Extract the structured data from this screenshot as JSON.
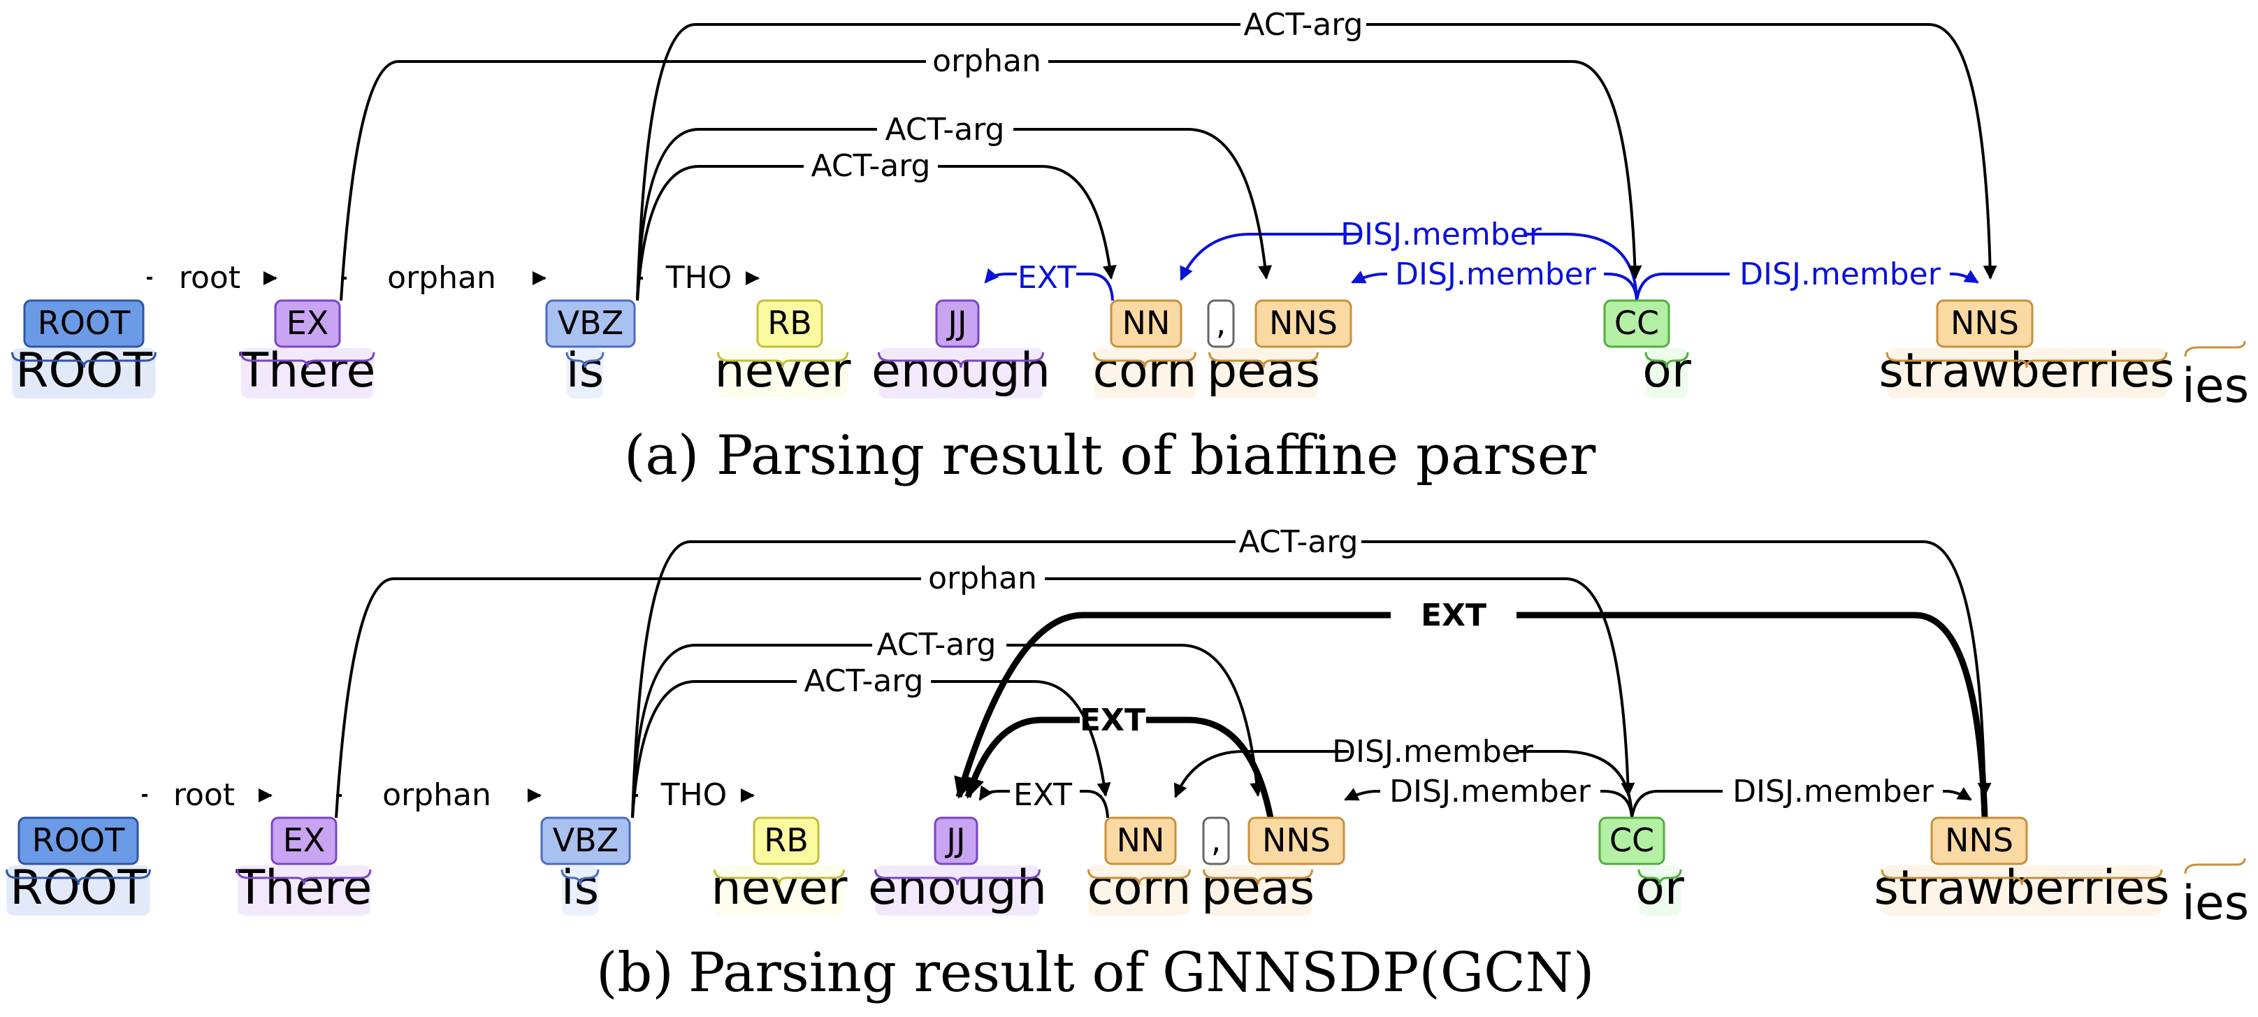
{
  "panels": [
    {
      "id": "a",
      "caption_tag": "(a)",
      "caption": "Parsing result of biaffine parser",
      "tokens": [
        {
          "word": "ROOT",
          "tag": "ROOT"
        },
        {
          "word": "There",
          "tag": "EX"
        },
        {
          "word": "is",
          "tag": "VBZ"
        },
        {
          "word": "never",
          "tag": "RB"
        },
        {
          "word": "enough",
          "tag": "JJ"
        },
        {
          "word": "corn",
          "tag": "NN"
        },
        {
          "word": ",",
          "tag": ","
        },
        {
          "word": "peas",
          "tag": "NNS"
        },
        {
          "word": "or",
          "tag": "CC"
        },
        {
          "word": "strawberries",
          "tag": "NNS"
        }
      ],
      "overflow_text": "ies",
      "arcs": [
        {
          "label": "root",
          "from": 0,
          "to": 1,
          "style": "black"
        },
        {
          "label": "orphan",
          "from": 1,
          "to": 2,
          "style": "black"
        },
        {
          "label": "THO",
          "from": 2,
          "to": 3,
          "style": "black"
        },
        {
          "label": "EXT",
          "from": 5,
          "to": 4,
          "style": "blue"
        },
        {
          "label": "DISJ.member",
          "from": 8,
          "to": 5,
          "style": "blue"
        },
        {
          "label": "DISJ.member",
          "from": 8,
          "to": 7,
          "style": "blue"
        },
        {
          "label": "DISJ.member",
          "from": 8,
          "to": 9,
          "style": "blue"
        },
        {
          "label": "ACT-arg",
          "from": 2,
          "to": 5,
          "style": "black"
        },
        {
          "label": "ACT-arg",
          "from": 2,
          "to": 7,
          "style": "black"
        },
        {
          "label": "orphan",
          "from": 1,
          "to": 8,
          "style": "black"
        },
        {
          "label": "ACT-arg",
          "from": 2,
          "to": 9,
          "style": "black"
        }
      ]
    },
    {
      "id": "b",
      "caption_tag": "(b)",
      "caption": "Parsing result of GNNSDP(GCN)",
      "tokens": [
        {
          "word": "ROOT",
          "tag": "ROOT"
        },
        {
          "word": "There",
          "tag": "EX"
        },
        {
          "word": "is",
          "tag": "VBZ"
        },
        {
          "word": "never",
          "tag": "RB"
        },
        {
          "word": "enough",
          "tag": "JJ"
        },
        {
          "word": "corn",
          "tag": "NN"
        },
        {
          "word": ",",
          "tag": ","
        },
        {
          "word": "peas",
          "tag": "NNS"
        },
        {
          "word": "or",
          "tag": "CC"
        },
        {
          "word": "strawberries",
          "tag": "NNS"
        }
      ],
      "overflow_text": "ies",
      "arcs": [
        {
          "label": "root",
          "from": 0,
          "to": 1,
          "style": "black"
        },
        {
          "label": "orphan",
          "from": 1,
          "to": 2,
          "style": "black"
        },
        {
          "label": "THO",
          "from": 2,
          "to": 3,
          "style": "black"
        },
        {
          "label": "EXT",
          "from": 5,
          "to": 4,
          "style": "black"
        },
        {
          "label": "DISJ.member",
          "from": 8,
          "to": 5,
          "style": "black"
        },
        {
          "label": "DISJ.member",
          "from": 8,
          "to": 7,
          "style": "black"
        },
        {
          "label": "DISJ.member",
          "from": 8,
          "to": 9,
          "style": "black"
        },
        {
          "label": "ACT-arg",
          "from": 2,
          "to": 5,
          "style": "black"
        },
        {
          "label": "ACT-arg",
          "from": 2,
          "to": 7,
          "style": "black"
        },
        {
          "label": "EXT",
          "from": 7,
          "to": 4,
          "style": "bold"
        },
        {
          "label": "orphan",
          "from": 1,
          "to": 8,
          "style": "black"
        },
        {
          "label": "EXT",
          "from": 9,
          "to": 4,
          "style": "bold"
        },
        {
          "label": "ACT-arg",
          "from": 2,
          "to": 9,
          "style": "black"
        }
      ]
    }
  ],
  "tag_colors": {
    "ROOT": {
      "fill": "#6b9be6",
      "stroke": "#2d55a8",
      "word_bg": "#e2eafa"
    },
    "EX": {
      "fill": "#c8a4f2",
      "stroke": "#7a45c4",
      "word_bg": "#f2eafc"
    },
    "VBZ": {
      "fill": "#a9c1f0",
      "stroke": "#4a6cc0",
      "word_bg": "#eaf0fc"
    },
    "RB": {
      "fill": "#fbfaa0",
      "stroke": "#c2bd3a",
      "word_bg": "#fefeec"
    },
    "JJ": {
      "fill": "#c8a4f2",
      "stroke": "#7a45c4",
      "word_bg": "#f2eafc"
    },
    "NN": {
      "fill": "#fbd9a3",
      "stroke": "#c8903a",
      "word_bg": "#fef5e8"
    },
    ",": {
      "fill": "#ffffff",
      "stroke": "#666666",
      "word_bg": "#ffffff"
    },
    "NNS": {
      "fill": "#fbd9a3",
      "stroke": "#c8903a",
      "word_bg": "#fef5e8"
    },
    "CC": {
      "fill": "#b4f0a4",
      "stroke": "#4fae3c",
      "word_bg": "#eefced"
    }
  },
  "arc_colors": {
    "black": "#000000",
    "blue": "#0a12d8"
  }
}
